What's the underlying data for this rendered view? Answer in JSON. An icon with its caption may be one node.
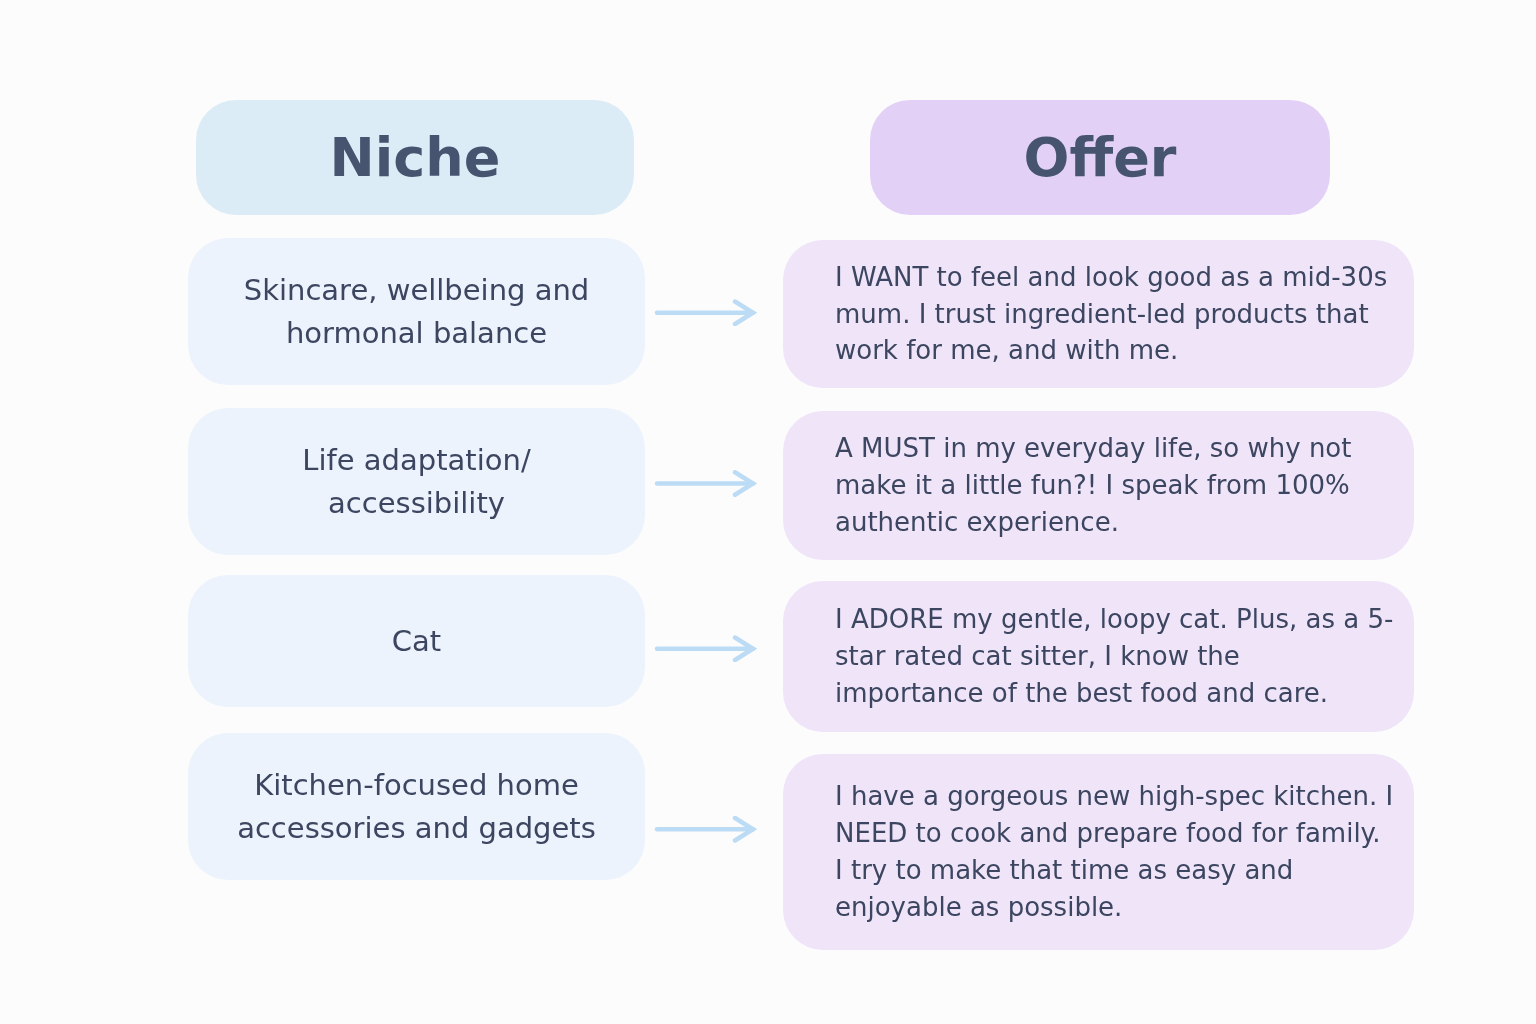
{
  "diagram": {
    "nodes": [
      {
        "text": [
          "Niche"
        ]
      },
      {
        "text": [
          "Offer"
        ]
      },
      {
        "text": [
          "Skincare, wellbeing and hormonal balance"
        ]
      },
      {
        "text": [
          "I WANT to feel and look good as a mid-30s mum. I trust ingredient-led products that work for me, and with me."
        ]
      },
      {
        "text": [
          "Life adaptation/ accessibility"
        ]
      },
      {
        "text": [
          "A MUST in my everyday life, so why not make it a little fun?! I speak from 100% authentic experience."
        ]
      },
      {
        "text": [
          "Cat"
        ]
      },
      {
        "text": [
          "I ADORE my gentle, loopy cat. Plus, as a 5-star rated cat sitter, I know the importance of the best food and care."
        ]
      },
      {
        "text": [
          "Kitchen-focused home accessories and gadgets"
        ]
      },
      {
        "text": [
          "I have a gorgeous new high-spec kitchen. I NEED to cook and prepare food for family. I try to make that time as easy and enjoyable as possible."
        ]
      }
    ],
    "edges": [
      {
        "from": 2,
        "to": 3,
        "arrow": "to"
      },
      {
        "from": 4,
        "to": 5,
        "arrow": "to"
      },
      {
        "from": 6,
        "to": 7,
        "arrow": "to"
      },
      {
        "from": 8,
        "to": 9,
        "arrow": "to"
      }
    ]
  }
}
